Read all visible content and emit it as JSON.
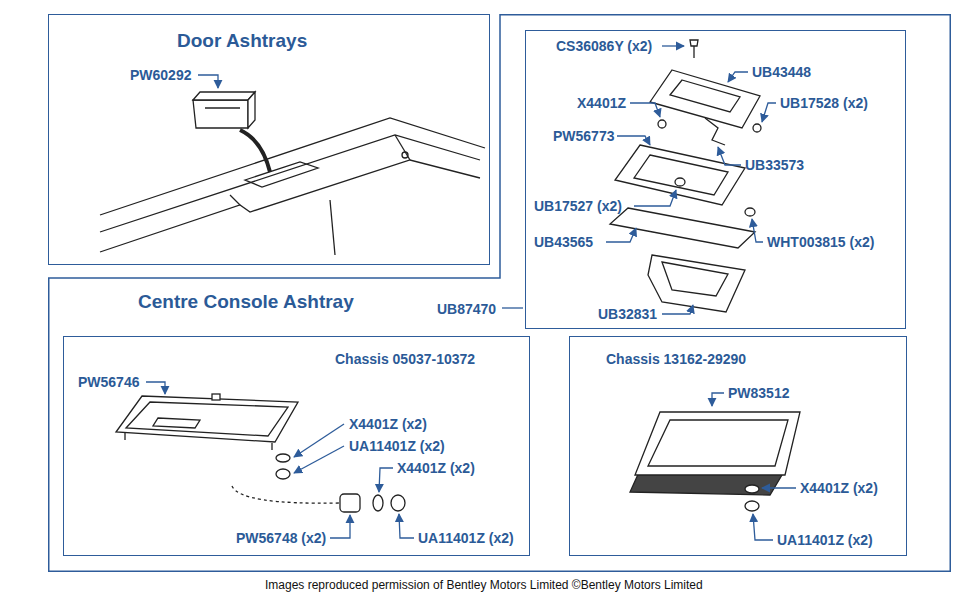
{
  "diagram": {
    "caption": "Images reproduced permission of Bentley Motors Limited ©Bentley Motors Limited",
    "nodes": [
      {
        "text": [
          "Door Ashtrays"
        ]
      },
      {
        "text": [
          "Centre Console Ashtray"
        ]
      },
      {
        "text": [
          "UB87470"
        ],
        "in": 1
      },
      {
        "text": [
          "Chassis 05037-10372"
        ],
        "in": 1
      },
      {
        "text": [
          "Chassis 13162-29290"
        ],
        "in": 1
      }
    ],
    "labels": [
      "PW60292",
      "CS36086Y (x2)",
      "UB43448",
      "X4401Z",
      "UB17528 (x2)",
      "PW56773",
      "UB33573",
      "UB17527 (x2)",
      "UB43565",
      "WHT003815 (x2)",
      "UB32831",
      "PW56746",
      "X4401Z (x2)",
      "UA11401Z (x2)",
      "X4401Z (x2)",
      "PW56748 (x2)",
      "UA11401Z (x2)",
      "PW83512",
      "X4401Z (x2)",
      "UA11401Z (x2)"
    ]
  }
}
